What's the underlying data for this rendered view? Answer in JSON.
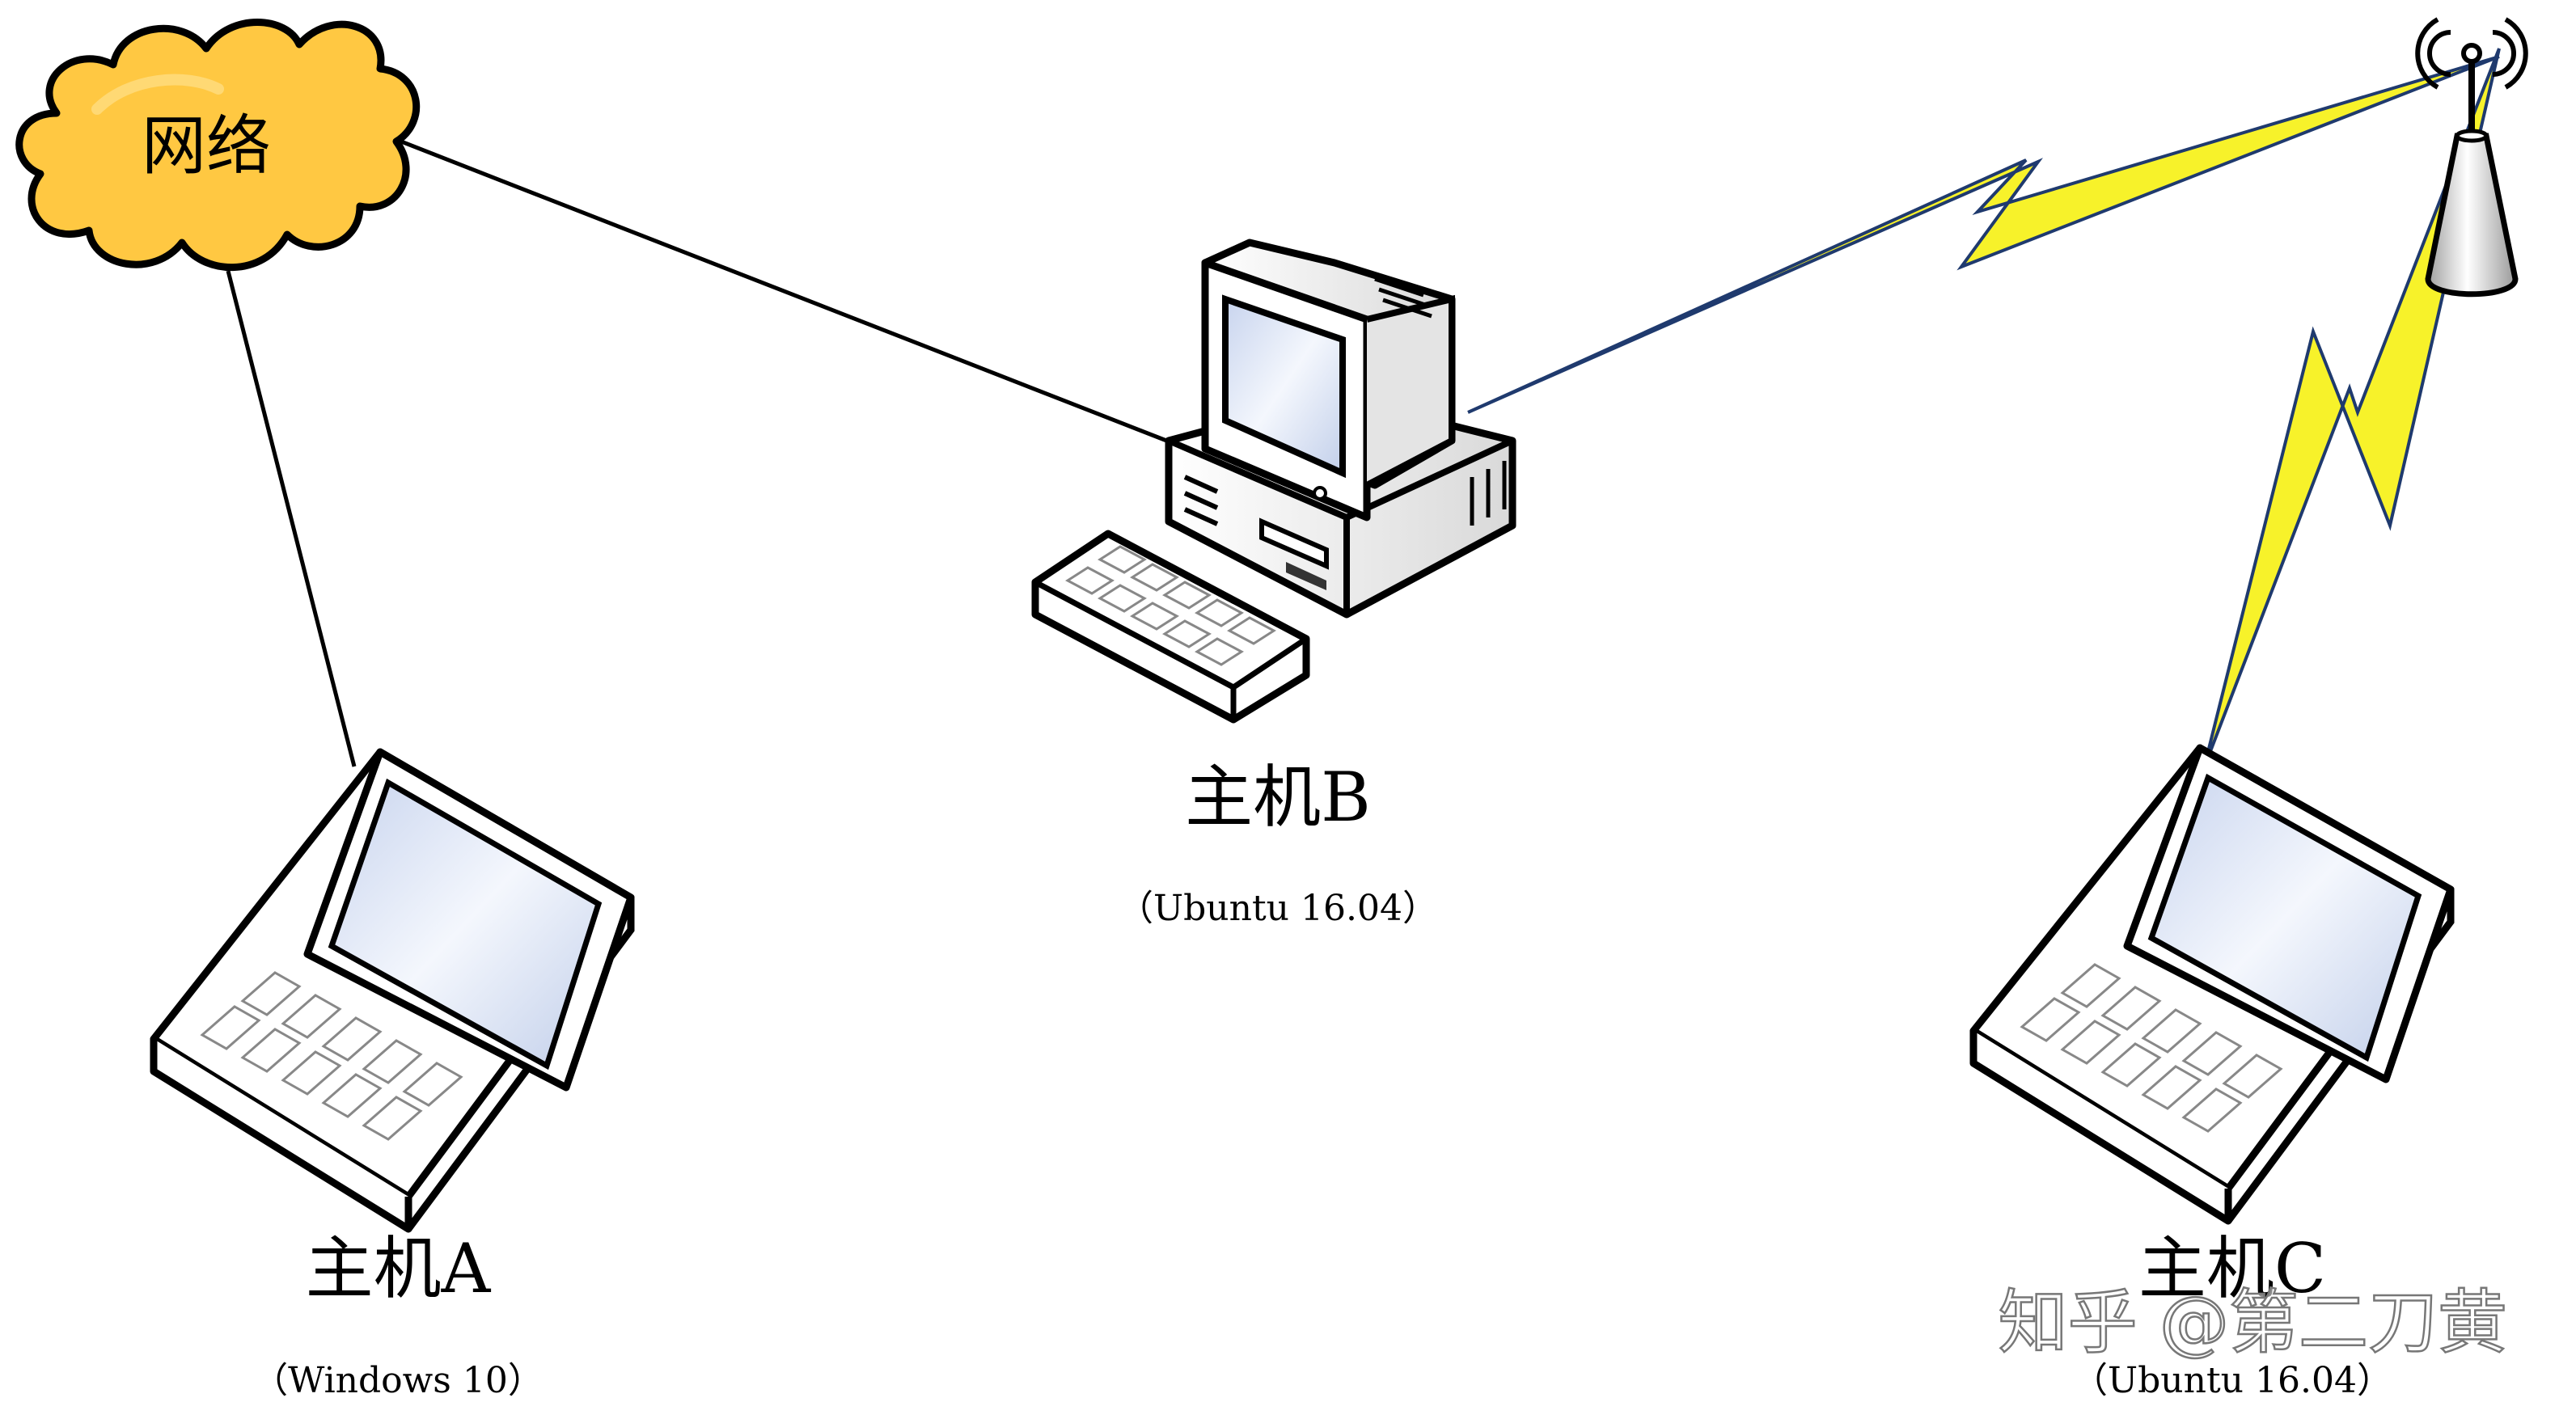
{
  "cloud": {
    "label": "网络",
    "fill": "#FFC842",
    "stroke": "#000000"
  },
  "hosts": [
    {
      "id": "host-a",
      "name": "主机A",
      "os": "（Windows 10）"
    },
    {
      "id": "host-b",
      "name": "主机B",
      "os": "（Ubuntu 16.04）"
    },
    {
      "id": "host-c",
      "name": "主机C",
      "os": "（Ubuntu 16.04）"
    }
  ],
  "links": [
    {
      "from": "网络",
      "to": "主机A",
      "kind": "wired"
    },
    {
      "from": "网络",
      "to": "主机B",
      "kind": "wired"
    },
    {
      "from": "主机B",
      "to": "wireless-access-point",
      "kind": "wireless"
    },
    {
      "from": "主机C",
      "to": "wireless-access-point",
      "kind": "wireless"
    }
  ],
  "watermark": "知乎 @第二刀黄",
  "colors": {
    "wireless_bolt": "#F7F22A",
    "wireless_edge": "#1F3A6E",
    "screen": "#D6E0F5",
    "device_body": "#FFFFFF",
    "line": "#000000"
  }
}
